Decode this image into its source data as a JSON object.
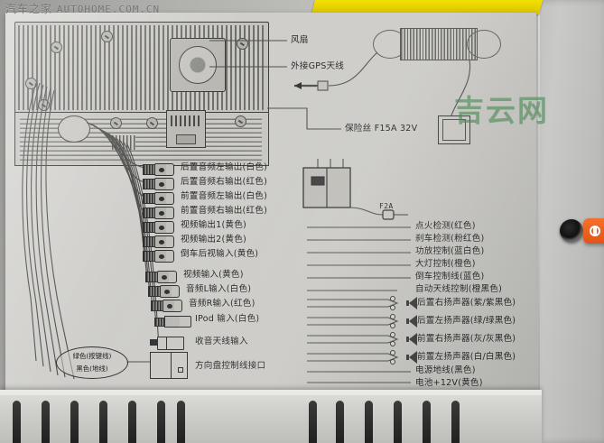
{
  "watermarks": {
    "autohome_cn": "汽车之家",
    "autohome_en": "AUTOHOME.COM.CN",
    "site_green": "吉云网"
  },
  "callouts": {
    "fan": "风扇",
    "gps_antenna": "外接GPS天线",
    "fuse_main": "保险丝 F15A 32V",
    "fuse_f2a": "F2A"
  },
  "rca_outputs": [
    {
      "label": "后置音频左输出(白色)"
    },
    {
      "label": "后置音频右输出(红色)"
    },
    {
      "label": "前置音频左输出(白色)"
    },
    {
      "label": "前置音频右输出(红色)"
    },
    {
      "label": "视频输出1(黄色)"
    },
    {
      "label": "视频输出2(黄色)"
    },
    {
      "label": "倒车后视输入(黄色)"
    }
  ],
  "rca_inputs": [
    {
      "label": "视频输入(黄色)"
    },
    {
      "label": "音频L输入(白色)"
    },
    {
      "label": "音频R输入(红色)"
    }
  ],
  "special_connectors": [
    {
      "label": "IPod 输入(白色)",
      "type": "ipod-plug"
    },
    {
      "label": "收音天线输入",
      "type": "antenna-plug"
    },
    {
      "label": "方向盘控制线接口",
      "type": "steering-wheel-box"
    }
  ],
  "steering_note": {
    "line1": "绿色(按键线)",
    "line2": "黑色(地线)"
  },
  "harness_wires": [
    {
      "label": "点火检测(红色)"
    },
    {
      "label": "刹车检测(粉红色)"
    },
    {
      "label": "功放控制(蓝白色)"
    },
    {
      "label": "大灯控制(橙色)"
    },
    {
      "label": "倒车控制线(蓝色)"
    },
    {
      "label": "自动天线控制(橙黑色)"
    }
  ],
  "speaker_wires": [
    {
      "label": "后置右扬声器(紫/紫黑色)"
    },
    {
      "label": "后置左扬声器(绿/绿黑色)"
    },
    {
      "label": "前置右扬声器(灰/灰黑色)"
    },
    {
      "label": "前置左扬声器(白/白黑色)"
    }
  ],
  "power_wires": [
    {
      "label": "电源地线(黑色)"
    },
    {
      "label": "电池+12V(黄色)"
    }
  ],
  "colors": {
    "paper": "#cfcecb",
    "ink": "#1b1b1b",
    "green_watermark": "#4a8a56",
    "yellow_strip": "#f2e000",
    "tool_orange": "#f4712a"
  }
}
